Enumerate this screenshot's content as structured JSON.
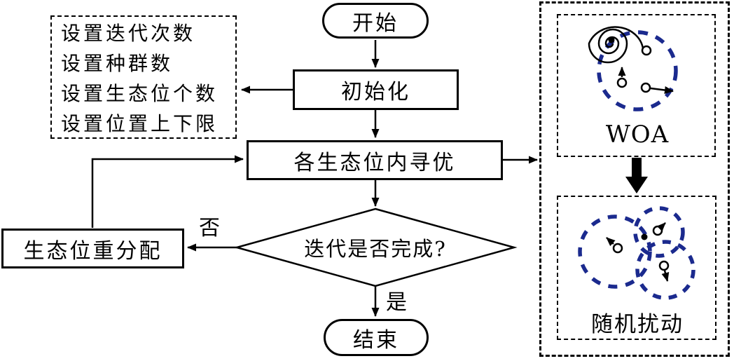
{
  "flowchart": {
    "start_label": "开始",
    "init_label": "初始化",
    "params": [
      "设置迭代次数",
      "设置种群数",
      "设置生态位个数",
      "设置位置上下限"
    ],
    "search_label": "各生态位内寻优",
    "decision_label": "迭代是否完成?",
    "redistribute_label": "生态位重分配",
    "branch_no": "否",
    "branch_yes": "是",
    "end_label": "结束"
  },
  "right_panel": {
    "woa_label": "WOA",
    "perturb_label": "随机扰动"
  },
  "colors": {
    "line_color": "#000000",
    "niche_dash_color": "#1b2a8e",
    "background": "#ffffff"
  }
}
